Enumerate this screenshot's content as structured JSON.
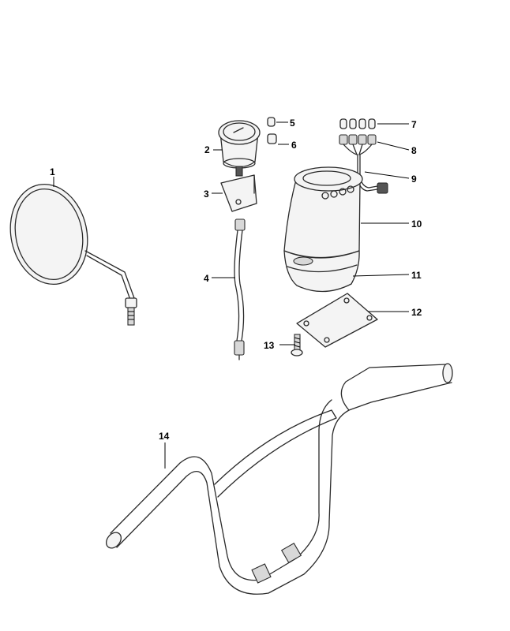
{
  "callouts": [
    {
      "number": "1",
      "part": "mirror"
    },
    {
      "number": "2",
      "part": "speedometer"
    },
    {
      "number": "3",
      "part": "speedometer-bracket"
    },
    {
      "number": "4",
      "part": "speedometer-cable"
    },
    {
      "number": "5",
      "part": "bulb"
    },
    {
      "number": "6",
      "part": "bulb-socket"
    },
    {
      "number": "7",
      "part": "indicator-bulbs"
    },
    {
      "number": "8",
      "part": "indicator-sockets"
    },
    {
      "number": "9",
      "part": "wiring-connector"
    },
    {
      "number": "10",
      "part": "headlight-housing-upper"
    },
    {
      "number": "11",
      "part": "headlight-housing-lower"
    },
    {
      "number": "12",
      "part": "mounting-plate"
    },
    {
      "number": "13",
      "part": "screw"
    },
    {
      "number": "14",
      "part": "handlebar"
    }
  ]
}
